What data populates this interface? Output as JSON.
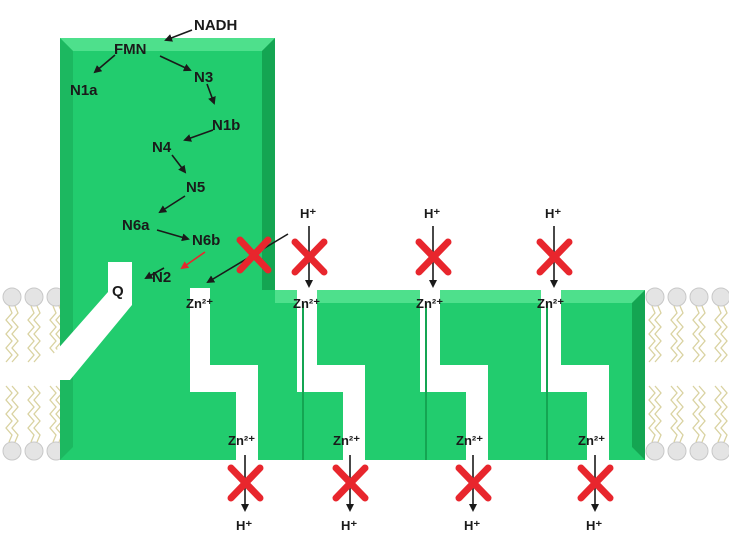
{
  "nodes": {
    "nadh": "NADH",
    "fmn": "FMN",
    "n1a": "N1a",
    "n3": "N3",
    "n1b": "N1b",
    "n4": "N4",
    "n5": "N5",
    "n6a": "N6a",
    "n6b": "N6b",
    "n2": "N2",
    "q": "Q"
  },
  "ions": {
    "proton": "H⁺",
    "zinc": "Zn²⁺"
  },
  "colors": {
    "complex_fill": "#22cc6e",
    "complex_dark": "#14a552",
    "complex_light": "#4ee08c",
    "channel": "#ffffff",
    "block_mark": "#e8262d",
    "membrane_head": "#e4e4e4",
    "membrane_tail": "#d9d2a0"
  }
}
